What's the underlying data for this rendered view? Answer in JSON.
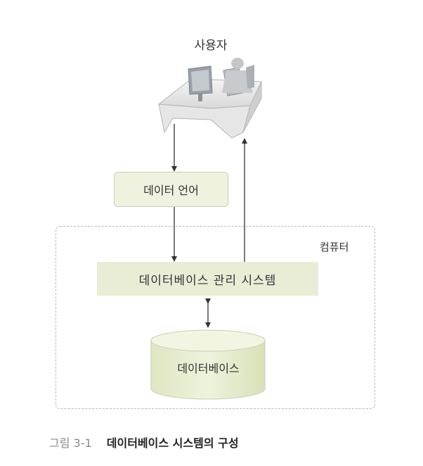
{
  "diagram": {
    "user_label": "사용자",
    "data_language_label": "데이터 언어",
    "computer_label": "컴퓨터",
    "dbms_label": "데이터베이스 관리 시스템",
    "database_label": "데이터베이스"
  },
  "caption": {
    "figure_number": "그림 3-1",
    "title": "데이터베이스 시스템의 구성"
  },
  "colors": {
    "box_fill": "#eef2df",
    "dbms_fill": "#e9edd6",
    "cylinder_fill": "#e7edcd",
    "dashed_border": "#b9b9b9"
  }
}
